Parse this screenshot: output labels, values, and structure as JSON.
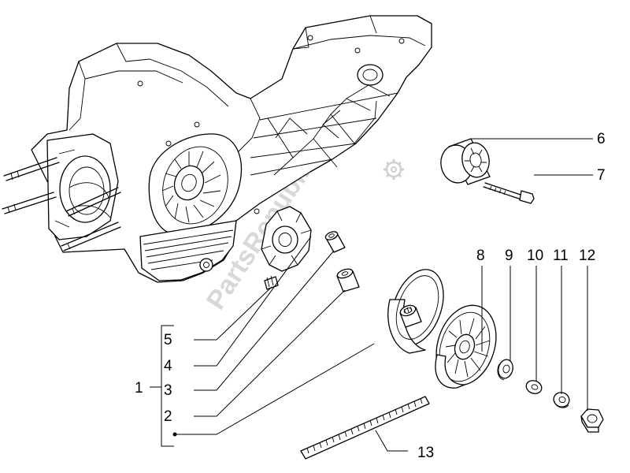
{
  "watermark": "PartsRepublik",
  "callouts": {
    "group": "1",
    "p2": "2",
    "p3": "3",
    "p4": "4",
    "p5": "5",
    "p6": "6",
    "p7": "7",
    "p8": "8",
    "p9": "9",
    "p10": "10",
    "p11": "11",
    "p12": "12",
    "p13": "13"
  }
}
